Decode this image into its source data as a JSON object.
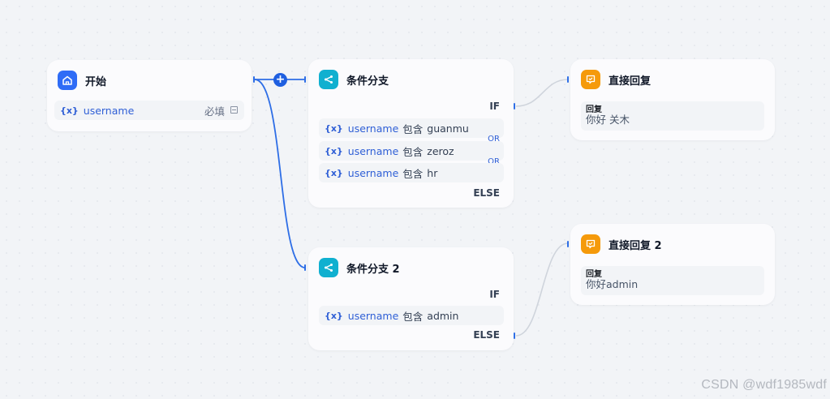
{
  "colors": {
    "edge": "#2e6ee6",
    "edge_muted": "#cfd4dc",
    "start_icon_bg": "#2f6cf6",
    "branch_icon_bg": "#10b0d0",
    "reply_icon_bg": "#f59a0b"
  },
  "icons": {
    "start": "home-icon",
    "branch": "branch-icon",
    "reply": "reply-icon",
    "add": "plus-icon"
  },
  "start_node": {
    "title": "开始",
    "variable": {
      "glyph": "{x}",
      "name": "username",
      "required_label": "必填"
    }
  },
  "branch1": {
    "title": "条件分支",
    "if_label": "IF",
    "else_label": "ELSE",
    "conditions": [
      {
        "glyph": "{x}",
        "var": "username",
        "op": "包含",
        "value": "guanmu"
      },
      {
        "glyph": "{x}",
        "var": "username",
        "op": "包含",
        "value": "zeroz"
      },
      {
        "glyph": "{x}",
        "var": "username",
        "op": "包含",
        "value": "hr"
      }
    ],
    "connectors": [
      "OR",
      "OR"
    ]
  },
  "branch2": {
    "title": "条件分支 2",
    "if_label": "IF",
    "else_label": "ELSE",
    "conditions": [
      {
        "glyph": "{x}",
        "var": "username",
        "op": "包含",
        "value": "admin"
      }
    ]
  },
  "reply1": {
    "title": "直接回复",
    "field_label": "回复",
    "text": "你好 关木"
  },
  "reply2": {
    "title": "直接回复 2",
    "field_label": "回复",
    "text": "你好admin"
  },
  "add_button": "+",
  "watermark": "CSDN @wdf1985wdf"
}
